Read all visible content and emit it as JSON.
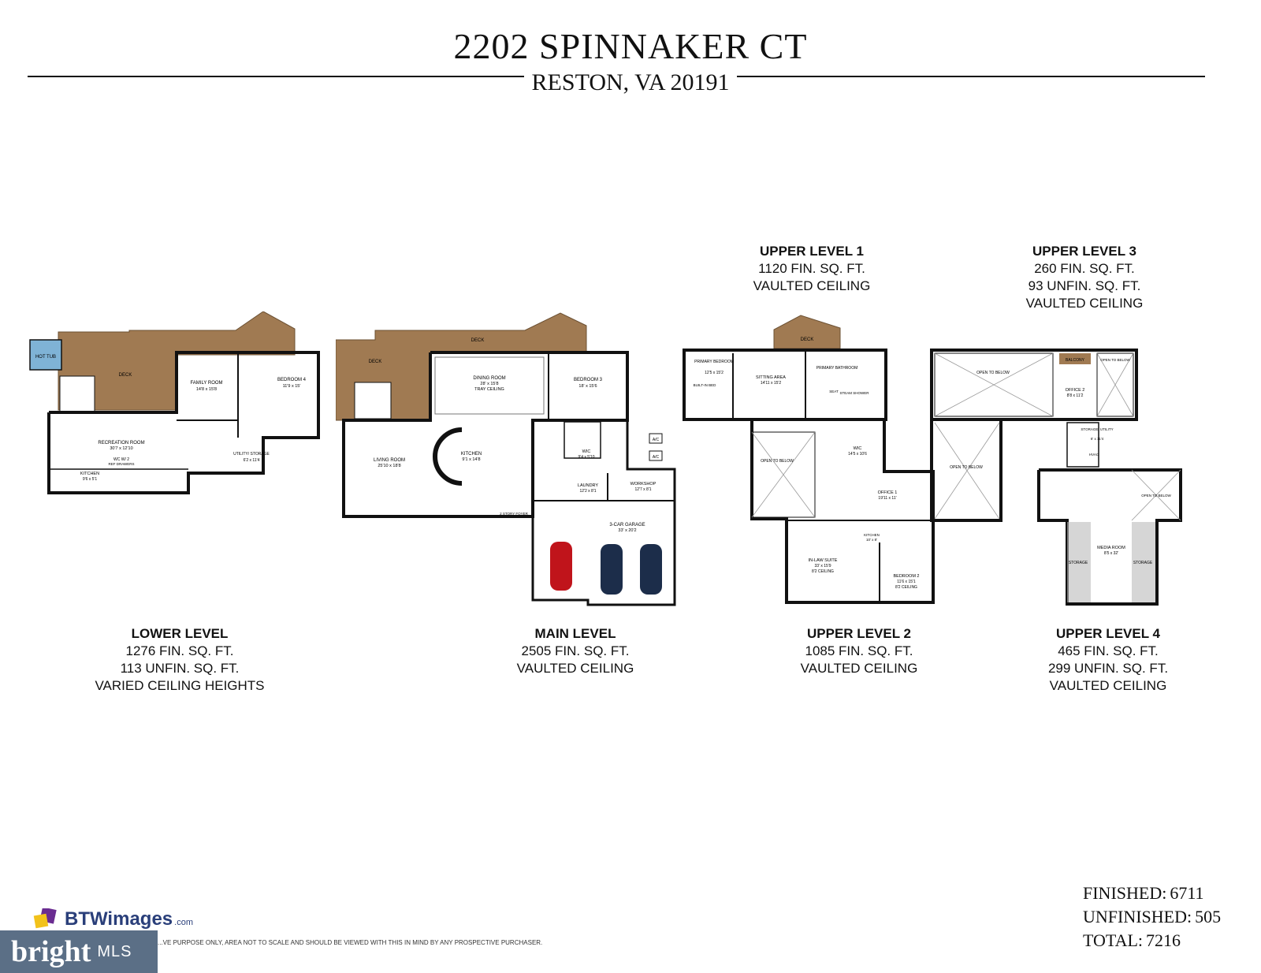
{
  "header": {
    "address": "2202 SPINNAKER CT",
    "city": "RESTON, VA 20191"
  },
  "levels": {
    "lower": {
      "name": "LOWER LEVEL",
      "lines": [
        "1276 FIN. SQ. FT.",
        "113 UNFIN. SQ. FT.",
        "VARIED CEILING HEIGHTS"
      ]
    },
    "main": {
      "name": "MAIN LEVEL",
      "lines": [
        "2505 FIN. SQ. FT.",
        "VAULTED CEILING"
      ]
    },
    "upper1": {
      "name": "UPPER LEVEL 1",
      "lines": [
        "1120 FIN. SQ. FT.",
        "VAULTED CEILING"
      ]
    },
    "upper2": {
      "name": "UPPER LEVEL 2",
      "lines": [
        "1085 FIN. SQ. FT.",
        "VAULTED CEILING"
      ]
    },
    "upper3": {
      "name": "UPPER LEVEL 3",
      "lines": [
        "260 FIN. SQ. FT.",
        "93 UNFIN. SQ. FT.",
        "VAULTED CEILING"
      ]
    },
    "upper4": {
      "name": "UPPER LEVEL 4",
      "lines": [
        "465 FIN. SQ. FT.",
        "299 UNFIN. SQ. FT.",
        "VAULTED CEILING"
      ]
    }
  },
  "rooms": {
    "hot_tub": "HOT TUB",
    "deck": "DECK",
    "family_room": "FAMILY ROOM",
    "family_room_dim": "14'8 x 15'8",
    "bedroom4": "BEDROOM 4",
    "bedroom4_dim": "11'9 x 15'",
    "recreation_room": "RECREATION ROOM",
    "recreation_room_dim": "30'7 x 12'10",
    "wc_w2": "WC W/ 2",
    "ref_drawers": "REF DRAWERS",
    "kitchen_lower": "KITCHEN",
    "kitchen_lower_dim": "9'6 x 5'1",
    "utility_storage": "UTILITY/ STORAGE",
    "utility_storage_dim": "6'2 x 11'4",
    "dining_room": "DINING ROOM",
    "dining_room_dim": "28' x 15'8",
    "tray_ceiling": "TRAY CEILING",
    "bedroom3": "BEDROOM 3",
    "bedroom3_dim": "18' x 15'6",
    "living_room": "LIVING ROOM",
    "living_room_dim": "25'10 x 18'8",
    "kitchen_main": "KITCHEN",
    "kitchen_main_dim": "9'1 x 14'8",
    "wic": "WIC",
    "wic_dim": "9'4 x 5'10",
    "laundry": "LAUNDRY",
    "laundry_dim": "12'2 x 8'1",
    "workshop": "WORKSHOP",
    "workshop_dim": "12'7 x 8'1",
    "garage": "3-CAR GARAGE",
    "garage_dim": "33' x 20'2",
    "foyer": "2 STORY FOYER",
    "ac": "A/C",
    "primary_bedroom": "PRIMARY BEDROOM",
    "primary_bedroom_dim": "12'5 x 15'2",
    "built_in_bed": "BUILT-IN BED",
    "sitting_area": "SITTING AREA",
    "sitting_area_dim": "14'11 x 15'2",
    "primary_bathroom": "PRIMARY BATHROOM",
    "steam_shower": "STEAM SHOWER",
    "seat": "SEAT",
    "open_to_below": "OPEN TO BELOW",
    "wic2": "WIC",
    "wic2_dim": "14'5 x 10'6",
    "office1": "OFFICE 1",
    "office1_dim": "19'11 x 11'",
    "inlaw_suite": "IN-LAW SUITE",
    "inlaw_suite_dim": "33' x 15'9",
    "ceiling82": "8'2 CEILING",
    "kitchen_inlaw": "KITCHEN",
    "kitchen_inlaw_dim": "10' x 8'",
    "bedroom2": "BEDROOM 2",
    "bedroom2_dim": "11'6 x 15'1",
    "balcony": "BALCONY",
    "office2": "OFFICE 2",
    "office2_dim": "8'8 x 11'2",
    "storage_utility": "STORAGE/ UTILITY",
    "storage_utility_dim": "6' x 11'4",
    "hvac": "HVAC",
    "media_room": "MEDIA ROOM",
    "media_room_dim": "8'5 x 32'",
    "storage": "STORAGE"
  },
  "totals": {
    "finished_label": "FINISHED:",
    "finished": "6711",
    "unfinished_label": "UNFINISHED:",
    "unfinished": "505",
    "total_label": "TOTAL:",
    "total": "7216"
  },
  "branding": {
    "logo": "BTWimages",
    "logo_suffix": ".com",
    "disclaimer": "...VE PURPOSE ONLY, AREA NOT TO SCALE AND SHOULD BE VIEWED WITH THIS IN MIND BY ANY PROSPECTIVE PURCHASER.",
    "mls_brand": "bright",
    "mls_suffix": "MLS"
  },
  "colors": {
    "deck": "#a07a52",
    "hot_tub": "#7fb3d6",
    "wall": "#111111",
    "car_red": "#c0141b",
    "car_navy": "#1c2d4a",
    "hatch": "#bbbbbb",
    "logo_purple": "#6a2c91",
    "logo_yellow": "#f2c21b",
    "mls_bg": "#5b6f86"
  }
}
